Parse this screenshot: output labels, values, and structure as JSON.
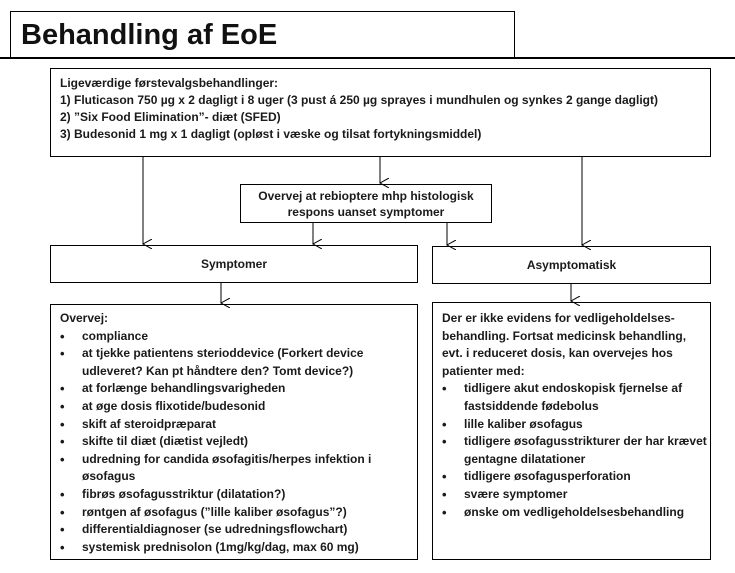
{
  "title": "Behandling af EoE",
  "first_line": {
    "heading": "Ligeværdige førstevalgsbehandlinger:",
    "items": [
      "1) Fluticason 750  µg x 2 dagligt i 8 uger (3 pust á 250  µg sprayes i mundhulen og synkes 2 gange dagligt)",
      "2) ”Six Food Elimination”- diæt (SFED)",
      "3) Budesonid 1 mg x 1 dagligt (opløst i væske og tilsat fortykningsmiddel)"
    ]
  },
  "rebiopsy": {
    "line1": "Overvej at rebioptere mhp histologisk",
    "line2": "respons uanset symptomer"
  },
  "symptomatic": {
    "label": "Symptomer",
    "heading": "Overvej:",
    "items": [
      "compliance",
      "at tjekke patientens sterioddevice (Forkert device udleveret? Kan pt håndtere den? Tomt device?)",
      " at forlænge behandlingsvarigheden",
      "at øge dosis flixotide/budesonid",
      "skift af steroidpræparat",
      "skifte til diæt (diætist vejledt)",
      "udredning for candida øsofagitis/herpes infektion i øsofagus",
      "fibrøs øsofagusstriktur (dilatation?)",
      "røntgen af øsofagus (”lille kaliber øsofagus”?)",
      "differentialdiagnoser (se udredningsflowchart)",
      "systemisk prednisolon (1mg/kg/dag, max 60 mg)"
    ]
  },
  "asymptomatic": {
    "label": "Asymptomatisk",
    "intro": "Der er ikke evidens for vedligeholdelses-behandling. Fortsat medicinsk behandling, evt. i reduceret dosis, kan overvejes hos patienter med:",
    "items": [
      "tidligere akut endoskopisk fjernelse af fastsiddende fødebolus",
      "lille kaliber øsofagus",
      "tidligere  øsofagusstrikturer der har krævet gentagne dilatationer",
      "tidligere øsofagusperforation",
      "svære symptomer",
      "ønske om vedligeholdelsesbehandling"
    ]
  }
}
